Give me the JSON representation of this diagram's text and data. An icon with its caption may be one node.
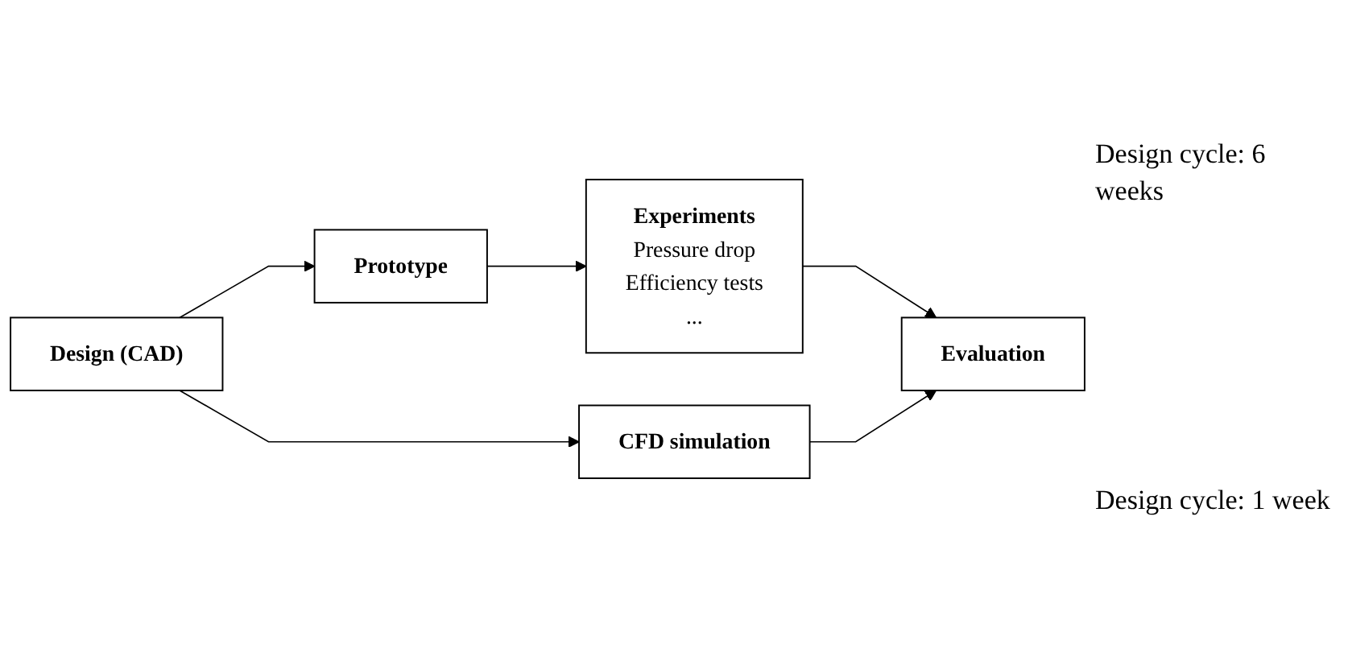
{
  "diagram": {
    "nodes": [
      {
        "text": [
          "Prototype"
        ]
      },
      {
        "text": [
          "Experiments",
          "Pressure drop",
          "Efficiency tests",
          "..."
        ]
      },
      {
        "text": [
          "Design (CAD)"
        ]
      },
      {
        "text": [
          "Evaluation"
        ]
      },
      {
        "text": [
          "CFD simulation"
        ]
      }
    ],
    "edges": [
      {
        "from": 2,
        "to": 0,
        "arrow": "to"
      },
      {
        "from": 0,
        "to": 1,
        "arrow": "to"
      },
      {
        "from": 1,
        "to": 3,
        "arrow": "to"
      },
      {
        "from": 2,
        "to": 4,
        "arrow": "to"
      },
      {
        "from": 4,
        "to": 3,
        "arrow": "to"
      }
    ],
    "labels": [
      "Design cycle: 6 weeks",
      "Design cycle: 1 week"
    ]
  }
}
